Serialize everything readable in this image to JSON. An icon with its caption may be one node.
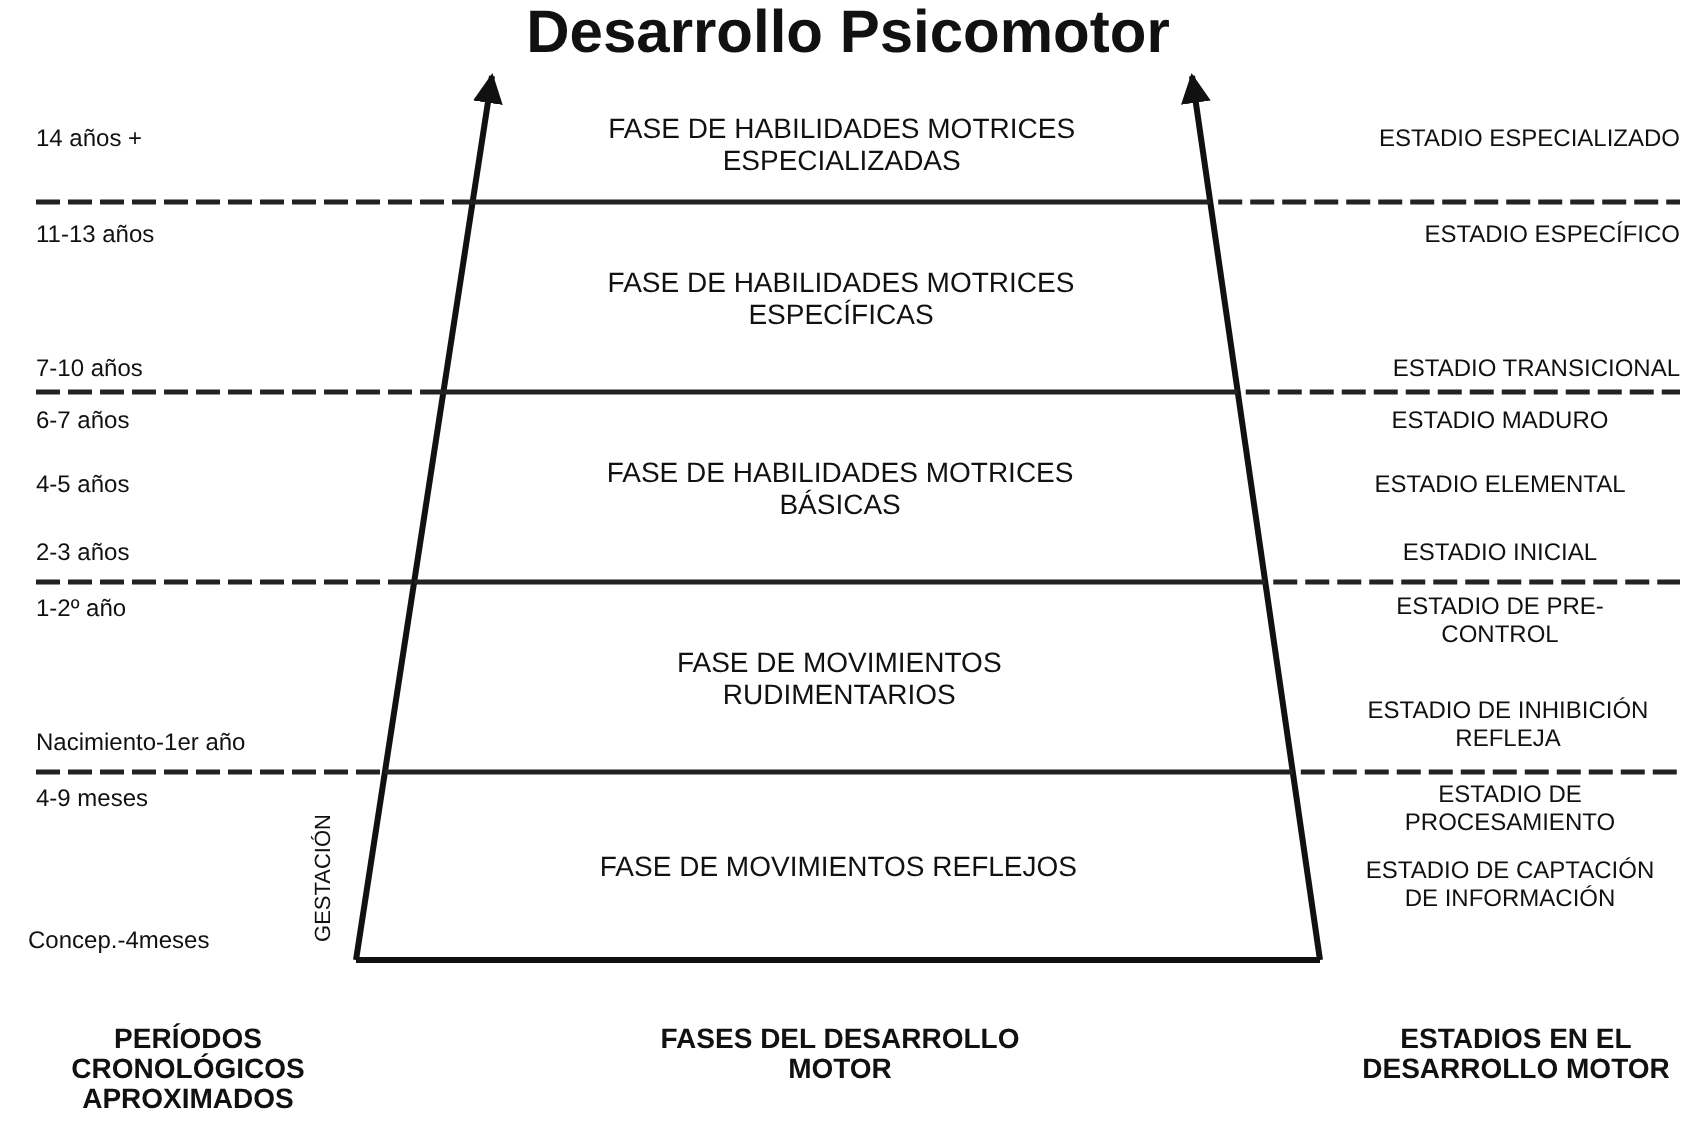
{
  "diagram": {
    "title": "Desarrollo Psicomotor",
    "nodes": [
      {
        "text": [
          "FASE DE HABILIDADES MOTRICES ESPECIALIZADAS"
        ]
      },
      {
        "text": [
          "FASE DE HABILIDADES MOTRICES ESPECÍFICAS"
        ]
      },
      {
        "text": [
          "FASE DE HABILIDADES MOTRICES BÁSICAS"
        ]
      },
      {
        "text": [
          "FASE DE MOVIMIENTOS RUDIMENTARIOS"
        ]
      },
      {
        "text": [
          "FASE DE MOVIMIENTOS REFLEJOS"
        ]
      }
    ],
    "labels": [
      "14 años +",
      "ESTADIO ESPECIALIZADO",
      "11-13 años",
      "ESTADIO ESPECÍFICO",
      "7-10 años",
      "ESTADIO TRANSICIONAL",
      "6-7 años",
      "ESTADIO MADURO",
      "4-5 años",
      "ESTADIO ELEMENTAL",
      "2-3 años",
      "ESTADIO INICIAL",
      "1-2º año",
      "ESTADIO DE PRE-CONTROL",
      "Nacimiento-1er año",
      "ESTADIO DE INHIBICIÓN REFLEJA",
      "4-9 meses",
      "ESTADIO DE PROCESAMIENTO",
      "GESTACIÓN",
      "Concep.-4meses",
      "ESTADIO DE CAPTACIÓN DE INFORMACIÓN",
      "PERÍODOS CRONOLÓGICOS APROXIMADOS",
      "FASES DEL DESARROLLO MOTOR",
      "ESTADIOS EN EL DESARROLLO MOTOR"
    ]
  }
}
